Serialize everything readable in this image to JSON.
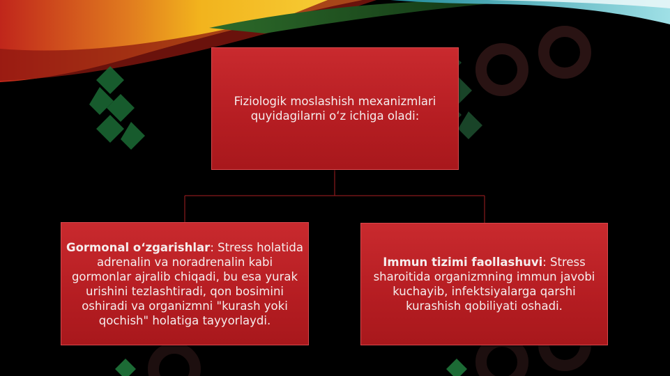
{
  "diagram": {
    "top": {
      "text": "Fiziologik moslashish mexanizmlari quyidagilarni oʻz ichiga oladi:"
    },
    "left": {
      "title": "Gormonal oʻzgarishlar",
      "body": ": Stress holatida adrenalin va noradrenalin kabi gormonlar ajralib chiqadi, bu esa yurak urishini tezlashtiradi, qon bosimini oshiradi va organizmni \"kurash yoki qochish\" holatiga tayyorlaydi."
    },
    "right": {
      "title": "Immun tizimi faollashuvi",
      "body": ": Stress sharoitida organizmning immun javobi kuchayib, infektsiyalarga qarshi kurashish qobiliyati oshadi."
    }
  },
  "colors": {
    "box_fill": "#b51d22",
    "connector": "#8a1a1d",
    "background": "#000000"
  }
}
